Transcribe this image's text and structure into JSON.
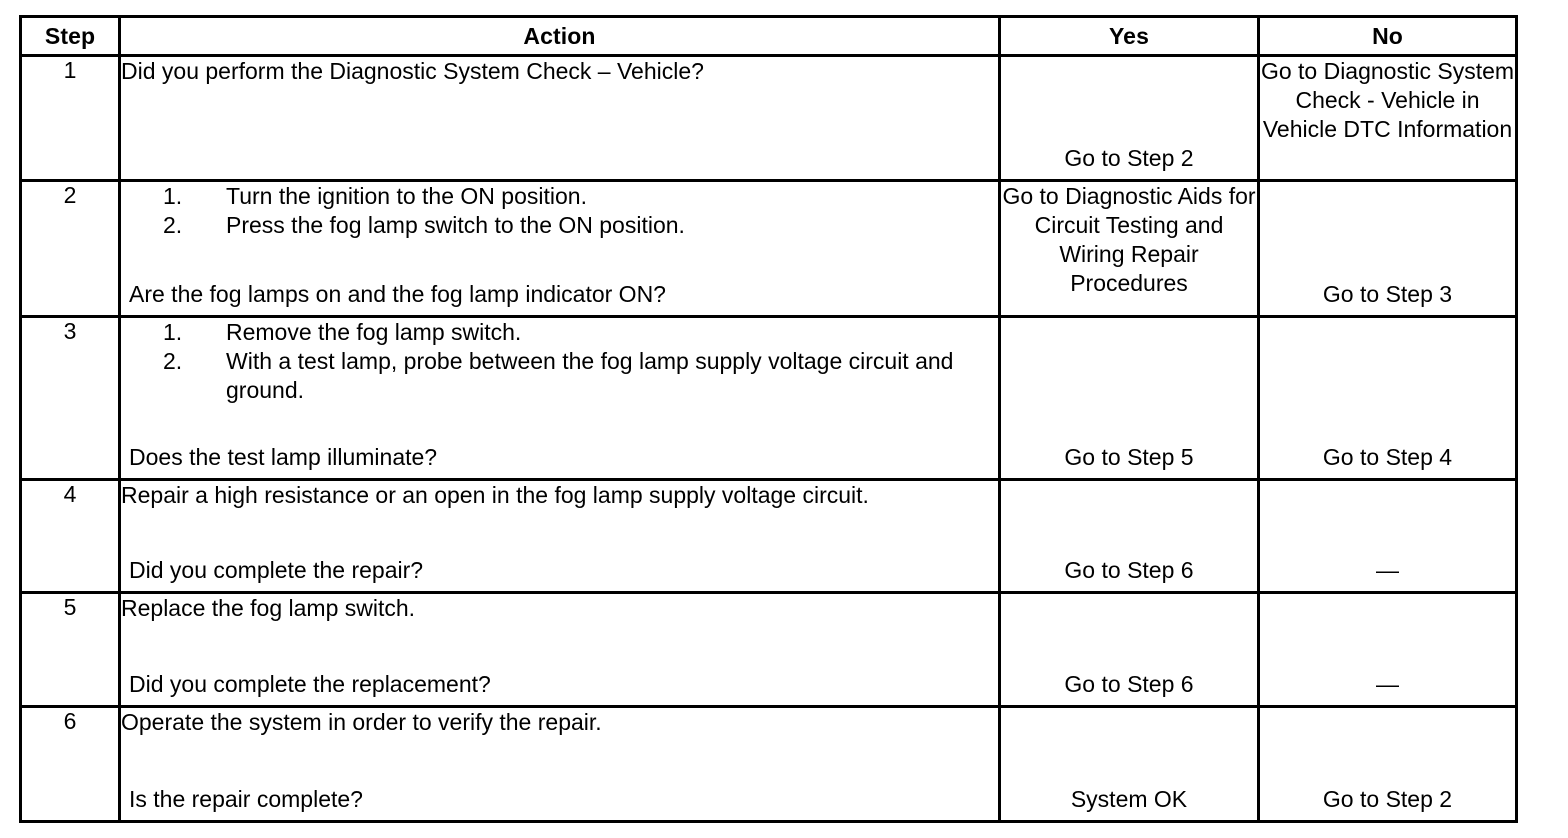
{
  "table": {
    "headers": {
      "step": "Step",
      "action": "Action",
      "yes": "Yes",
      "no": "No"
    },
    "rows": [
      {
        "step": "1",
        "action": {
          "intro": "Did you perform the Diagnostic System Check – Vehicle?",
          "steps": [],
          "question": ""
        },
        "yes_top": "",
        "yes_bottom": "Go to Step 2",
        "no_top": "Go to Diagnostic System Check - Vehicle in Vehicle DTC Information",
        "no_bottom": ""
      },
      {
        "step": "2",
        "action": {
          "intro": "",
          "steps": [
            {
              "num": "1.",
              "text": "Turn the ignition to the ON position."
            },
            {
              "num": "2.",
              "text": "Press the fog lamp switch to the ON position."
            }
          ],
          "question": "Are the fog lamps on and the fog lamp indicator ON?"
        },
        "yes_top": "Go to Diagnostic Aids for Circuit Testing and Wiring Repair Procedures",
        "yes_bottom": "",
        "no_top": "",
        "no_bottom": "Go to Step 3"
      },
      {
        "step": "3",
        "action": {
          "intro": "",
          "steps": [
            {
              "num": "1.",
              "text": "Remove the fog lamp switch."
            },
            {
              "num": "2.",
              "text": "With a test lamp, probe between the fog lamp supply voltage circuit and ground."
            }
          ],
          "question": "Does the test lamp illuminate?"
        },
        "yes_top": "",
        "yes_bottom": "Go to Step 5",
        "no_top": "",
        "no_bottom": "Go to Step 4"
      },
      {
        "step": "4",
        "action": {
          "intro": "Repair a high resistance or an open in the fog lamp supply voltage circuit.",
          "steps": [],
          "question": "Did you complete the repair?"
        },
        "yes_top": "",
        "yes_bottom": "Go to Step 6",
        "no_top": "",
        "no_bottom": "—"
      },
      {
        "step": "5",
        "action": {
          "intro": "Replace the fog lamp switch.",
          "steps": [],
          "question": "Did you complete the replacement?"
        },
        "yes_top": "",
        "yes_bottom": "Go to Step 6",
        "no_top": "",
        "no_bottom": "—"
      },
      {
        "step": "6",
        "action": {
          "intro": "Operate the system in order to verify the repair.",
          "steps": [],
          "question": "Is the repair complete?"
        },
        "yes_top": "",
        "yes_bottom": "System OK",
        "no_top": "",
        "no_bottom": "Go to Step 2"
      }
    ]
  },
  "colors": {
    "border": "#000000",
    "background": "#ffffff",
    "text": "#000000"
  }
}
